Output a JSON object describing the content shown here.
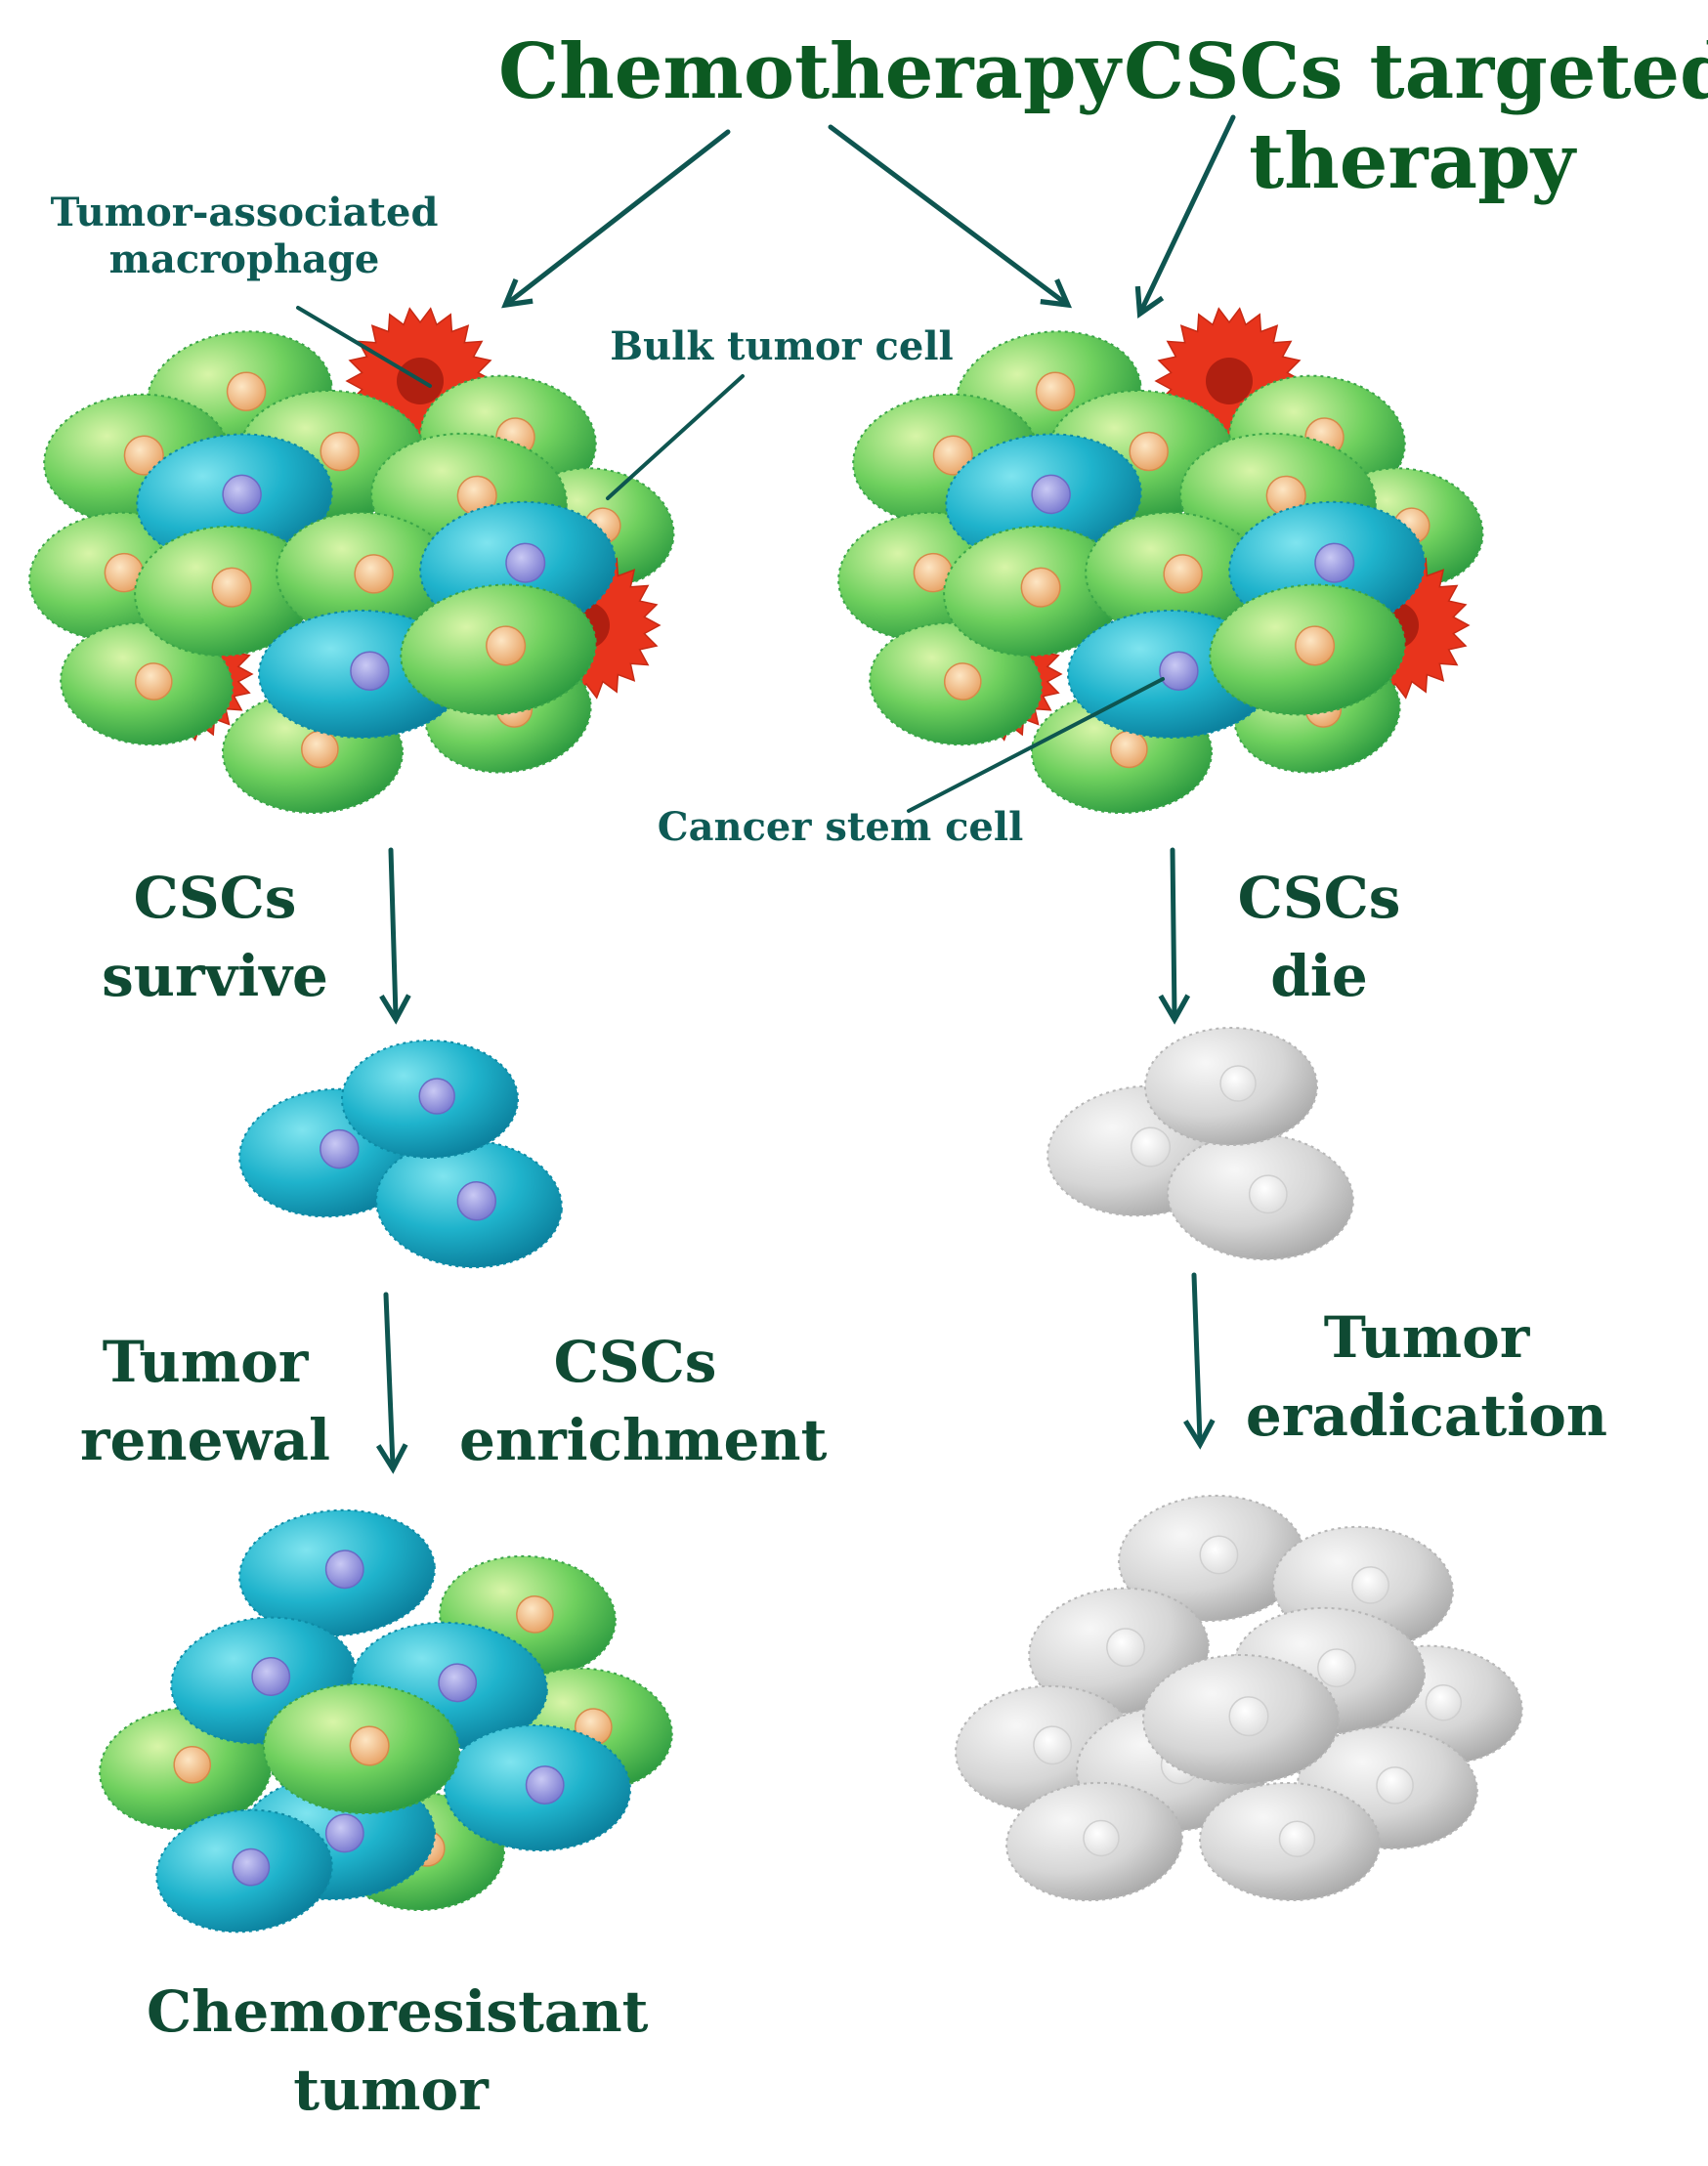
{
  "labels": {
    "chemotherapy": "Chemotherapy",
    "csc_targeted_l1": "CSCs targeted",
    "csc_targeted_l2": "therapy",
    "tam_l1": "Tumor-associated",
    "tam_l2": "macrophage",
    "bulk_tumor_cell": "Bulk tumor cell",
    "cancer_stem_cell": "Cancer stem cell",
    "cscs_survive_l1": "CSCs",
    "cscs_survive_l2": "survive",
    "cscs_die_l1": "CSCs",
    "cscs_die_l2": "die",
    "tumor_renewal_l1": "Tumor",
    "tumor_renewal_l2": "renewal",
    "cscs_enrichment_l1": "CSCs",
    "cscs_enrichment_l2": "enrichment",
    "tumor_eradication_l1": "Tumor",
    "tumor_eradication_l2": "eradication",
    "chemoresistant_l1": "Chemoresistant",
    "chemoresistant_l2": "tumor"
  },
  "colors": {
    "arrow": "#0e5550",
    "title_text": "#0c5a22",
    "label_text": "#0f4a33",
    "annotation_text": "#0e5a55",
    "bulk_cell": "#5ec95a",
    "bulk_nucleus": "#f3b97e",
    "stem_cell": "#1fb3cc",
    "stem_nucleus": "#8f8fdc",
    "macrophage": "#e8341c",
    "macrophage_core": "#b01f10",
    "dead_cell": "#d6d6d6",
    "dead_nucleus": "#f2f2f2"
  }
}
